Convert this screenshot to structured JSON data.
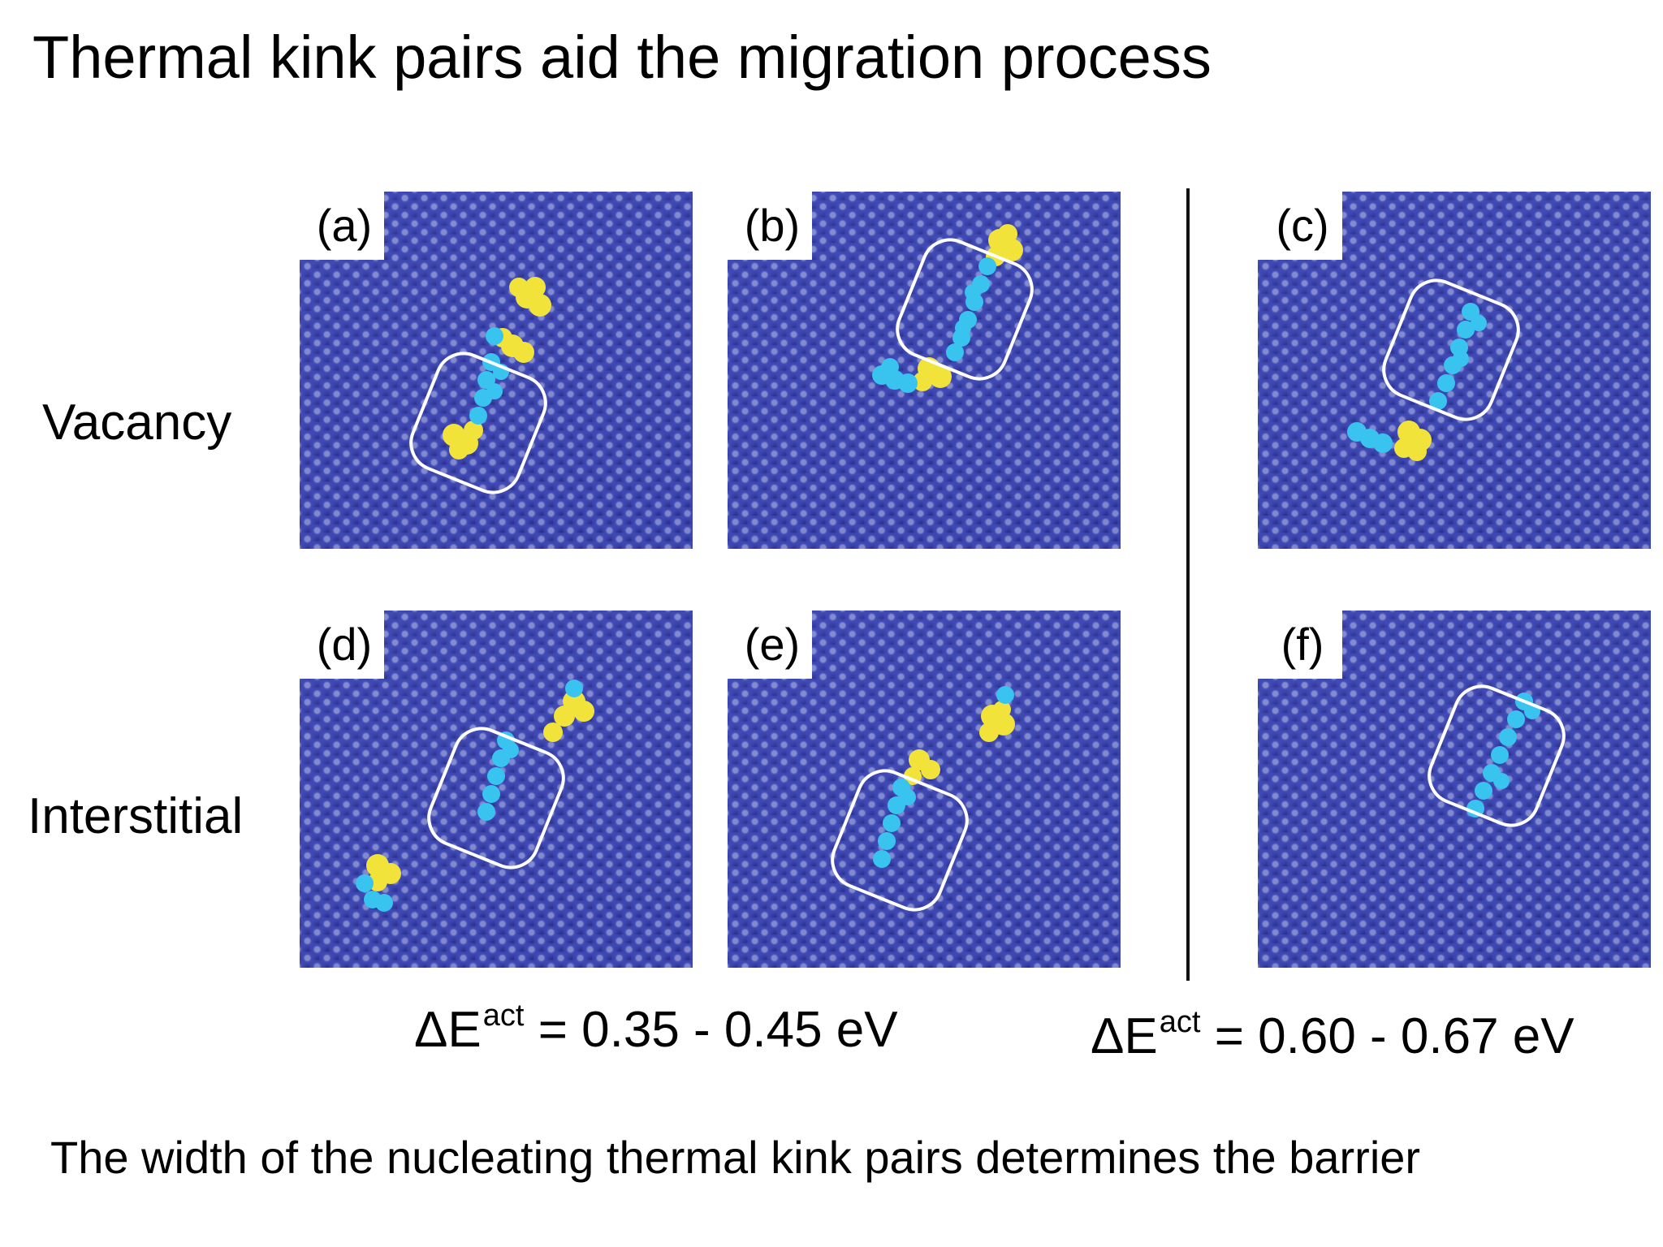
{
  "title": "Thermal kink pairs aid the migration process",
  "rows": {
    "vacancy": "Vacancy",
    "interstitial": "Interstitial"
  },
  "panels": [
    {
      "id": "a",
      "label": "(a)"
    },
    {
      "id": "b",
      "label": "(b)"
    },
    {
      "id": "c",
      "label": "(c)"
    },
    {
      "id": "d",
      "label": "(d)"
    },
    {
      "id": "e",
      "label": "(e)"
    },
    {
      "id": "f",
      "label": "(f)"
    }
  ],
  "energies": {
    "left": {
      "symbol": "ΔE",
      "sup": "act",
      "value": " = 0.35 - 0.45 eV"
    },
    "right": {
      "symbol": "ΔE",
      "sup": "act",
      "value": " = 0.60 - 0.67 eV"
    }
  },
  "footer": "The width of the nucleating thermal kink pairs determines the barrier",
  "colors": {
    "lattice": "#2a3194",
    "kink_yellow": "#f2e33a",
    "dislocation_cyan": "#39c3ef",
    "outline": "#ffffff"
  }
}
